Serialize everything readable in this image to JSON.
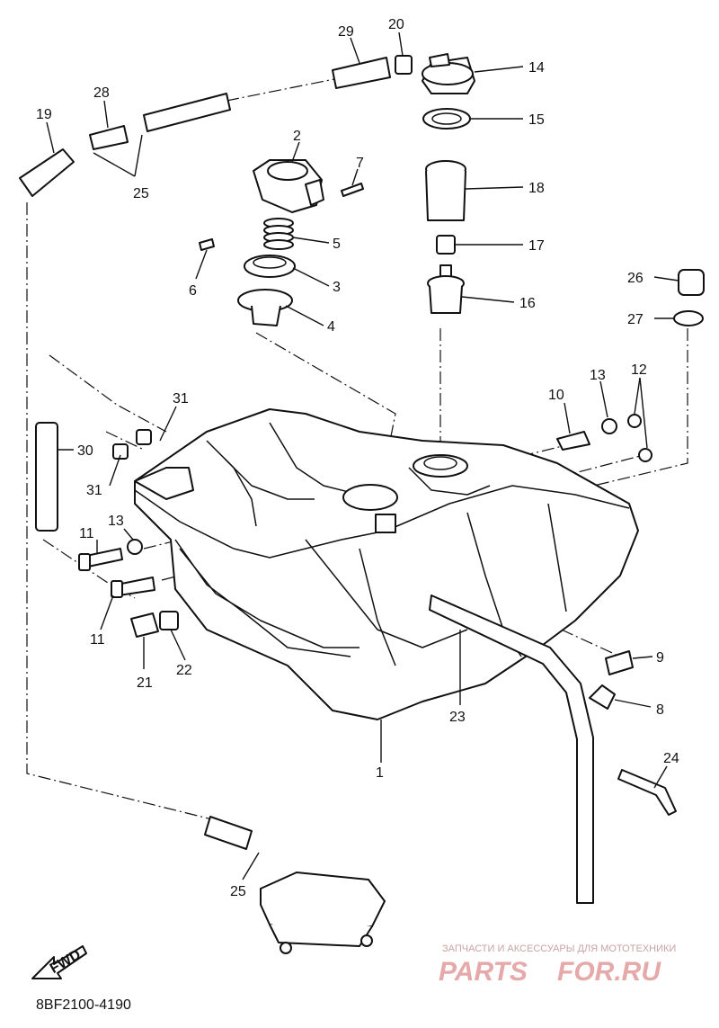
{
  "part_labels": {
    "p1": "1",
    "p2": "2",
    "p3": "3",
    "p4": "4",
    "p5": "5",
    "p6": "6",
    "p7": "7",
    "p8": "8",
    "p9": "9",
    "p10": "10",
    "p11a": "11",
    "p11b": "11",
    "p12": "12",
    "p13a": "13",
    "p13b": "13",
    "p14": "14",
    "p15": "15",
    "p16": "16",
    "p17": "17",
    "p18": "18",
    "p19": "19",
    "p20": "20",
    "p21": "21",
    "p22": "22",
    "p23": "23",
    "p24": "24",
    "p25a": "25",
    "p25b": "25",
    "p26": "26",
    "p27": "27",
    "p28": "28",
    "p29": "29",
    "p30": "30",
    "p31a": "31",
    "p31b": "31"
  },
  "fwd_label": "FWD",
  "diagram_code": "8BF2100-4190",
  "watermark": {
    "tagline": "ЗАПЧАСТИ И АКСЕССУАРЫ ДЛЯ МОТОТЕХНИКИ",
    "brand_left": "PARTS",
    "brand_right": "FOR.RU"
  }
}
